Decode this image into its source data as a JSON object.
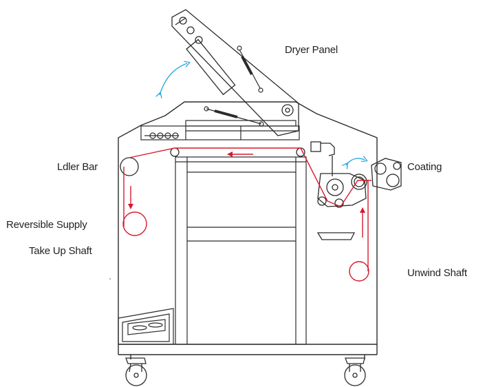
{
  "labels": {
    "dryer_panel": "Dryer Panel",
    "idler_bar": "Ldler Bar",
    "reversible_supply": "Reversible Supply",
    "take_up_shaft": "Take Up Shaft",
    "coating": "Coating",
    "unwind_shaft": "Unwind Shaft"
  },
  "colors": {
    "line": "#2b2b2b",
    "web_path": "#d9182d",
    "motion_arrow": "#29a8dd"
  }
}
